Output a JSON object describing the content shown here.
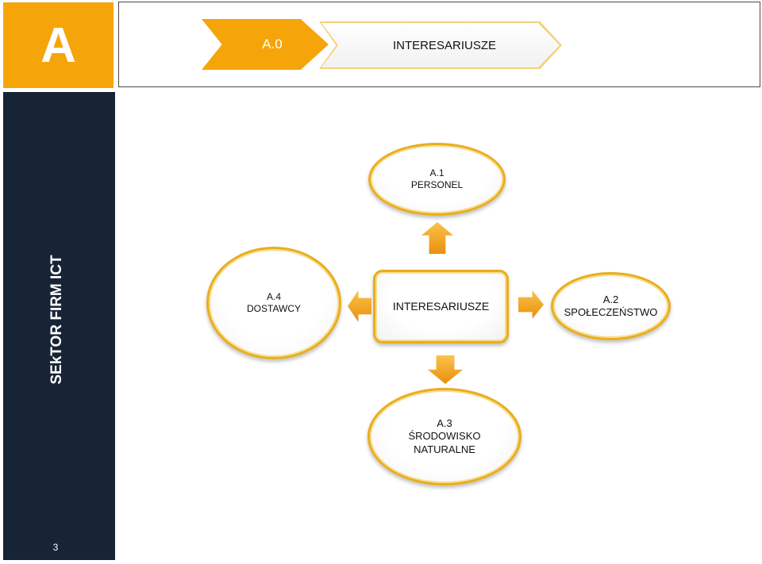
{
  "header": {
    "section_letter": "A",
    "section_code": "A.0",
    "section_title": "INTERESARIUSZE"
  },
  "sidebar": {
    "title": "SEkTOR FIRM ICT",
    "page_number": "3"
  },
  "diagram": {
    "center": {
      "label": "INTERESARIUSZE"
    },
    "nodes": {
      "personel": {
        "code": "A.1",
        "label": "PERSONEL"
      },
      "spoleczenstwo": {
        "code": "A.2",
        "label": "SPOŁECZEŃSTWO"
      },
      "srodowisko": {
        "code": "A.3",
        "label_line1": "ŚRODOWISKO",
        "label_line2": "NATURALNE"
      },
      "dostawcy": {
        "code": "A.4",
        "label": "DOSTAWCY"
      }
    }
  },
  "colors": {
    "accent": "#f5a50a",
    "sidebar": "#172436",
    "node_border": "#e9ad1c"
  }
}
